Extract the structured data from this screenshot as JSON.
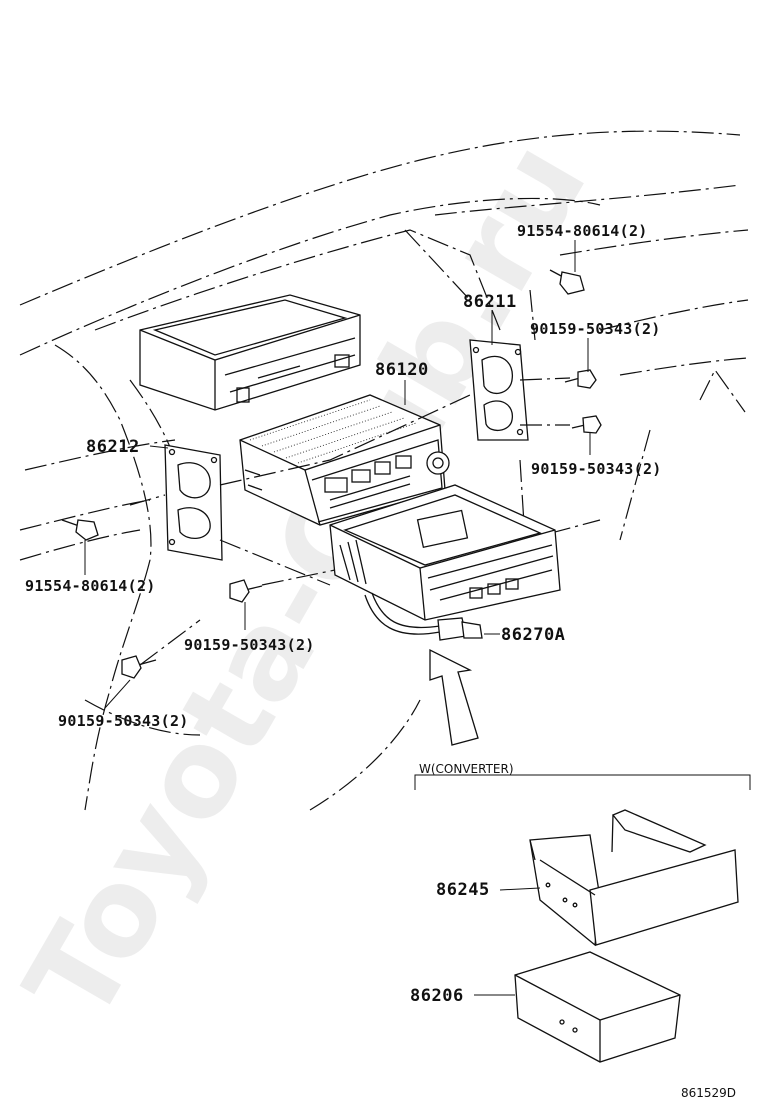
{
  "watermark": "Toyota-Club.ru",
  "figure_code": "861529D",
  "section": {
    "label": "W(CONVERTER)"
  },
  "parts": {
    "bolt_top_right": "91554-80614(2)",
    "bracket_right": "86211",
    "screw_right_upper": "90159-50343(2)",
    "receiver": "86120",
    "screw_right_lower": "90159-50343(2)",
    "bracket_left": "86212",
    "bolt_left": "91554-80614(2)",
    "screw_middle": "90159-50343(2)",
    "cable_connector": "86270A",
    "screw_lower_left": "90159-50343(2)",
    "converter_bracket": "86245",
    "converter_box": "86206"
  }
}
